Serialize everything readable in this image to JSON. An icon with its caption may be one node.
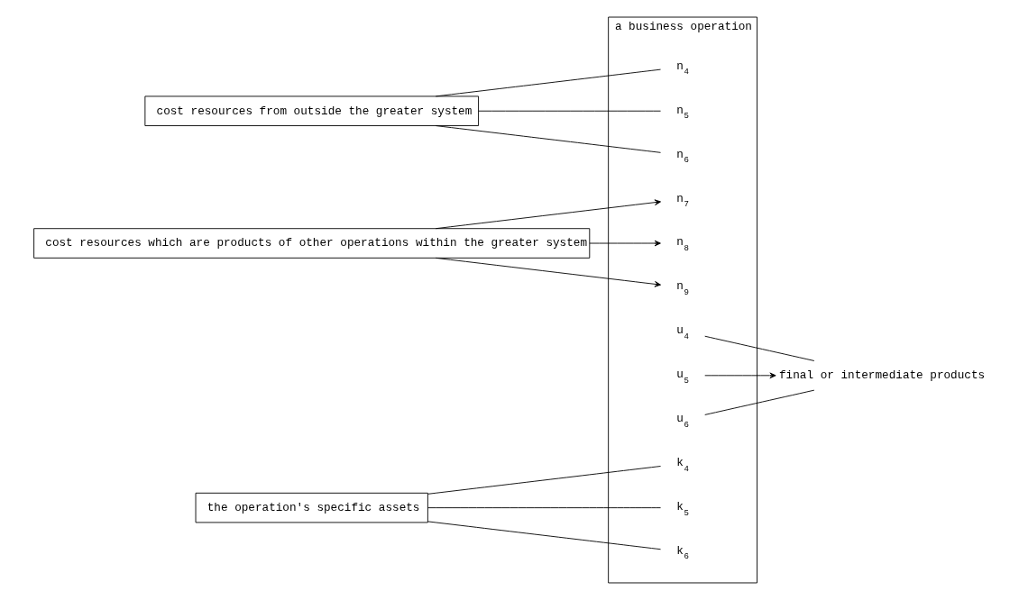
{
  "diagram": {
    "nodes": [
      {
        "text": [
          "cost resources from outside the greater system"
        ]
      },
      {
        "text": [
          "cost resources which are products of other operations within the greater system"
        ]
      },
      {
        "text": [
          "a business operation"
        ]
      },
      {
        "text": [
          "n$_{4}$"
        ],
        "in": 2
      },
      {
        "text": [
          "n$_{5}$"
        ],
        "in": 2
      },
      {
        "text": [
          "n$_{6}$"
        ],
        "in": 2
      },
      {
        "text": [
          "n$_{7}$"
        ],
        "in": 2
      },
      {
        "text": [
          "n$_{8}$"
        ],
        "in": 2
      },
      {
        "text": [
          "n$_{9}$"
        ],
        "in": 2
      },
      {
        "text": [
          "u$_{4}$"
        ],
        "in": 2
      },
      {
        "text": [
          "u$_{5}$"
        ],
        "in": 2
      },
      {
        "text": [
          "u$_{6}$"
        ],
        "in": 2
      },
      {
        "text": [
          "k$_{4}$"
        ],
        "in": 2
      },
      {
        "text": [
          "k$_{5}$"
        ],
        "in": 2
      },
      {
        "text": [
          "k$_{6}$"
        ],
        "in": 2
      },
      {
        "text": [
          "the operation's specific assets"
        ]
      },
      {
        "text": [
          "final or intermediate products"
        ]
      }
    ],
    "edges": [
      {
        "from": 0,
        "to": 3,
        "arrow": "none"
      },
      {
        "from": 0,
        "to": 4,
        "arrow": "none"
      },
      {
        "from": 0,
        "to": 5,
        "arrow": "none"
      },
      {
        "from": 1,
        "to": 6,
        "arrow": "to"
      },
      {
        "from": 1,
        "to": 7,
        "arrow": "to"
      },
      {
        "from": 1,
        "to": 8,
        "arrow": "to"
      },
      {
        "from": 9,
        "to": 16,
        "arrow": "none"
      },
      {
        "from": 10,
        "to": 16,
        "arrow": "to"
      },
      {
        "from": 11,
        "to": 16,
        "arrow": "none"
      },
      {
        "from": 15,
        "to": 12,
        "arrow": "none"
      },
      {
        "from": 15,
        "to": 13,
        "arrow": "none"
      },
      {
        "from": 15,
        "to": 14,
        "arrow": "none"
      }
    ]
  }
}
